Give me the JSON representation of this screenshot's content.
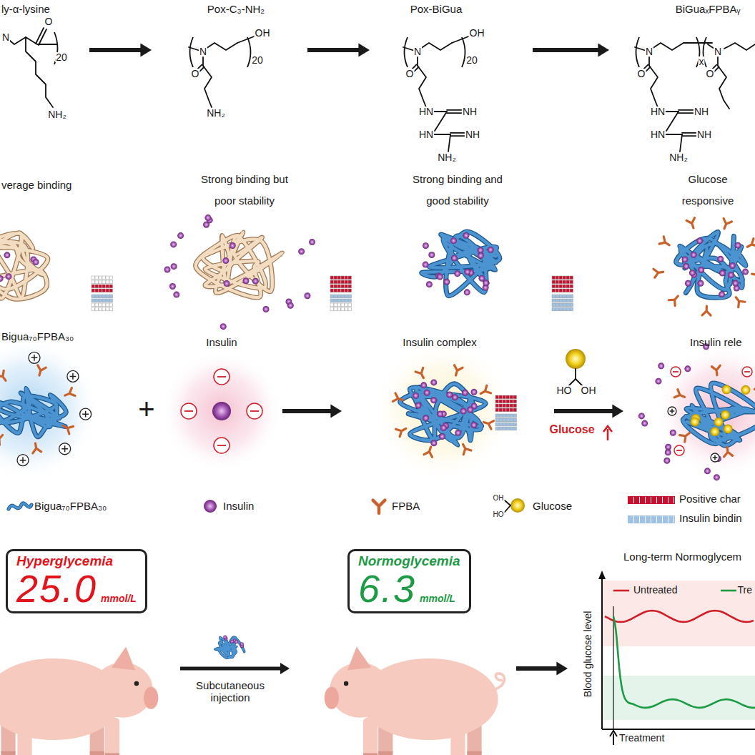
{
  "diagram": {
    "nodes": [
      {
        "text": [
          "Hyperglycemia",
          "25.0",
          "mmol/L"
        ]
      },
      {
        "text": [
          "Normoglycemia",
          "6.3",
          "mmol/L"
        ]
      }
    ],
    "labels": [
      "ly-α-lysine",
      "O",
      "N",
      "20",
      "NH₂",
      "Pox-C₃-NH₂",
      "N",
      "OH",
      "20",
      "O",
      "NH₂",
      "Pox-BiGua",
      "N",
      "OH",
      "20",
      "O",
      "HN",
      "NH",
      "HN",
      "NH",
      "NH₂",
      "BiGuaₓFPBAᵧ",
      "N",
      "x",
      "N",
      "O",
      "O",
      "HN",
      "NH",
      "HN",
      "NH",
      "NH₂",
      "verage binding",
      "Strong binding but poor stability",
      "Strong binding and good stability",
      "Glucose responsive",
      "Bigua₇₀FPBA₃₀",
      "Insulin",
      "+",
      "Insulin complex",
      "HO",
      "OH",
      "Glucose",
      "Insulin rele",
      "Subcutaneous injection",
      "Long-term Normoglycem",
      "Untreated",
      "Tre",
      "Blood glucose level",
      "Treatment",
      "OH",
      "HO"
    ],
    "legend": [
      {
        "text": "Bigua₇₀FPBA₃₀"
      },
      {
        "text": "Insulin"
      },
      {
        "text": "FPBA"
      },
      {
        "text": "Glucose"
      },
      {
        "text": "Positive char",
        "color": "#c8102e"
      },
      {
        "text": "Insulin bindin",
        "color": "#9fc3e7"
      }
    ]
  }
}
